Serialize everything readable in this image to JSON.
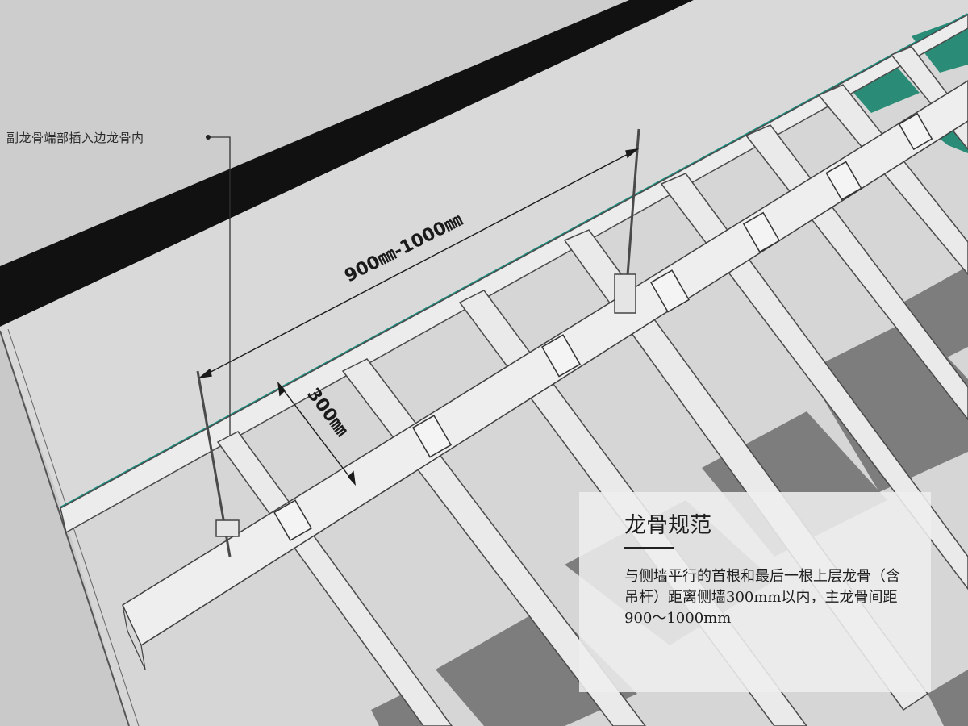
{
  "labels": {
    "callout_side_runner": "副龙骨端部插入边龙骨内",
    "dim_span": "900㎜-1000㎜",
    "dim_wall_offset": "300㎜"
  },
  "info_panel": {
    "title": "龙骨规范",
    "body": "与侧墙平行的首根和最后一根上层龙骨（含吊杆）距离侧墙300mm以内，主龙骨间距900～1000mm"
  },
  "colors": {
    "background": "#cfcfcf",
    "wall": "#d2d2d2",
    "wall_top_band": "#111111",
    "floor_slab": "#e0e0e0",
    "keel": "#e9e9e9",
    "keel_edge": "#4a4a4a",
    "edge_trim_accent": "#1b8f80",
    "board_teal": "#2a8c77",
    "board_dark": "#7b7b7b"
  },
  "icons": [
    "hanger-rod-icon",
    "clip-connector-icon",
    "leader-dot-icon"
  ]
}
